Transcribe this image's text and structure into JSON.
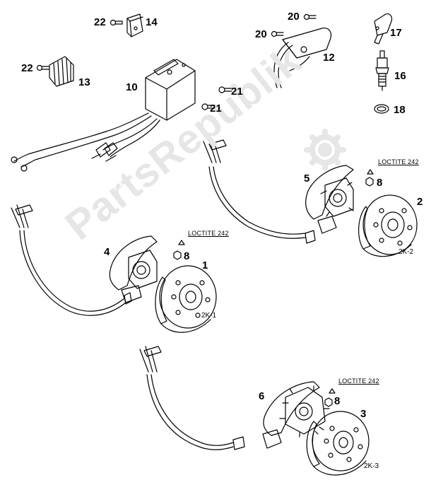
{
  "watermark": {
    "text": "PartsRepublik"
  },
  "labels": {
    "p22a": "22",
    "p14": "14",
    "p20a": "20",
    "p20b": "20",
    "p12": "12",
    "p17": "17",
    "p16": "16",
    "p18": "18",
    "p22b": "22",
    "p13": "13",
    "p10": "10",
    "p21a": "21",
    "p21b": "21",
    "p5": "5",
    "p8a": "8",
    "p2": "2",
    "p4": "4",
    "p8b": "8",
    "p1": "1",
    "p6": "6",
    "p8c": "8",
    "p3": "3"
  },
  "variants": {
    "k1": "2K-1",
    "k2": "2K-2",
    "k3": "2K-3"
  },
  "loctite": {
    "a": "LOCTITE 242",
    "b": "LOCTITE 242",
    "c": "LOCTITE 242"
  },
  "colors": {
    "line": "#000000",
    "watermark": "#e6e6e6",
    "background": "#ffffff"
  }
}
